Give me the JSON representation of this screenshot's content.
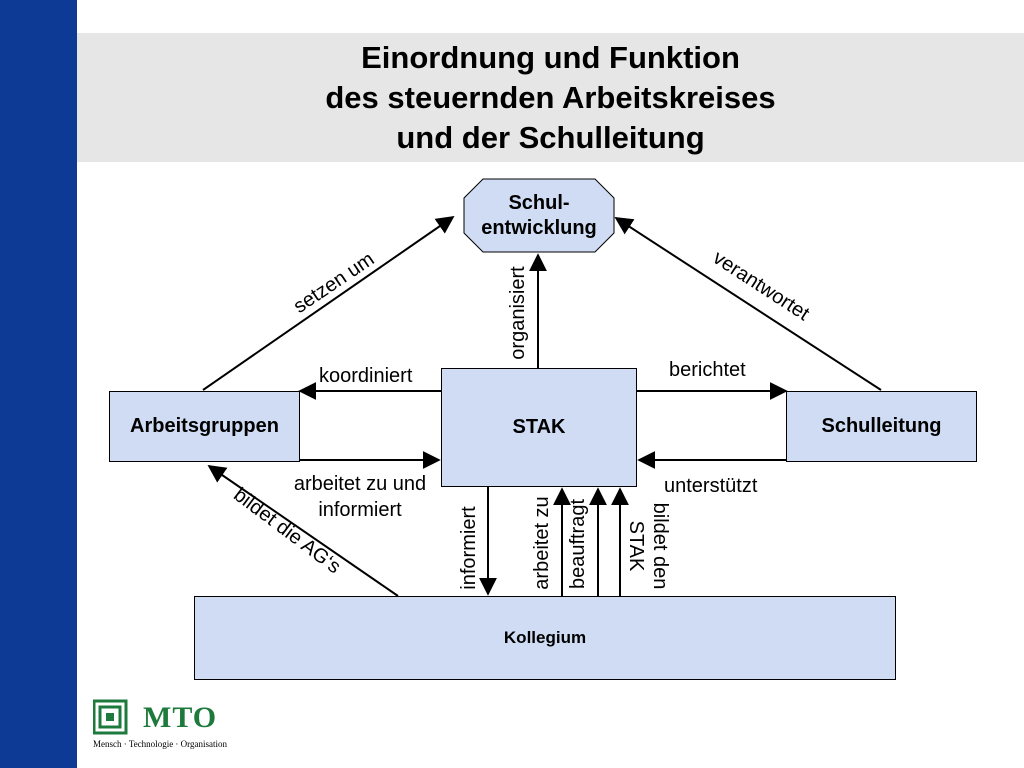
{
  "title": {
    "line1": "Einordnung und Funktion",
    "line2": "des steuernden Arbeitskreises",
    "line3": "und der Schulleitung"
  },
  "nodes": {
    "schulentwicklung": {
      "line1": "Schul-",
      "line2": "entwicklung"
    },
    "arbeitsgruppen": "Arbeitsgruppen",
    "stak": "STAK",
    "schulleitung": "Schulleitung",
    "kollegium": "Kollegium"
  },
  "edges": {
    "setzen_um": "setzen um",
    "organisiert": "organisiert",
    "verantwortet": "verantwortet",
    "koordiniert": "koordiniert",
    "berichtet": "berichtet",
    "arbeitet_zu_und_informiert": {
      "line1": "arbeitet zu und",
      "line2": "informiert"
    },
    "unterstuetzt": "unterstützt",
    "bildet_die_ags": "bildet die AG‘s",
    "informiert": "informiert",
    "arbeitet_zu": "arbeitet zu",
    "beauftragt": "beauftragt",
    "bildet_den_stak": {
      "line1": "bildet den",
      "line2": "STAK"
    }
  },
  "logo": {
    "name": "MTO",
    "tagline": "Mensch · Technologie · Organisation"
  },
  "colors": {
    "sidebar": "#0d3a94",
    "header_bg": "#e6e6e6",
    "box_fill": "#cfdcf4",
    "logo_green": "#1e7a3c"
  }
}
